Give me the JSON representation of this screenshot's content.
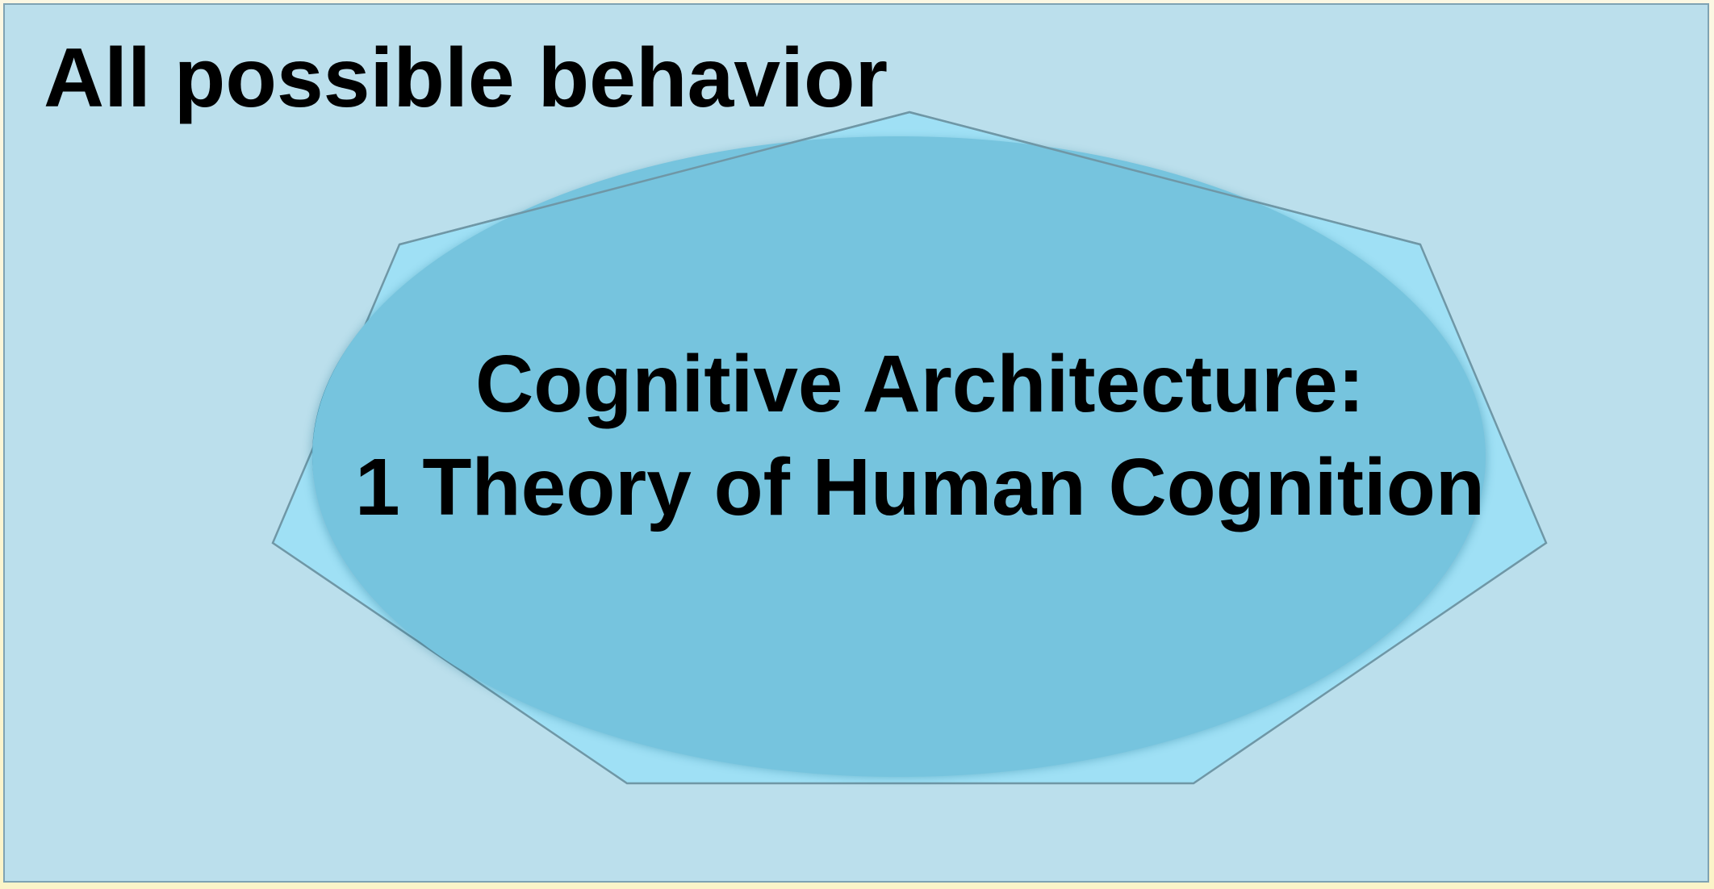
{
  "diagram": {
    "outer_label": "All possible behavior",
    "center_label": {
      "line1": "Cognitive Architecture:",
      "line2": "1 Theory of Human Cognition"
    },
    "colors": {
      "outer_fill": "#bbdfec",
      "outer_stroke": "#7fa3b3",
      "polygon_fill": "#9fe0f5",
      "polygon_stroke": "#6f97a6",
      "ellipse_fill": "#76c4de",
      "ellipse_shadow": "#0d5f7e",
      "text": "#000000"
    }
  }
}
